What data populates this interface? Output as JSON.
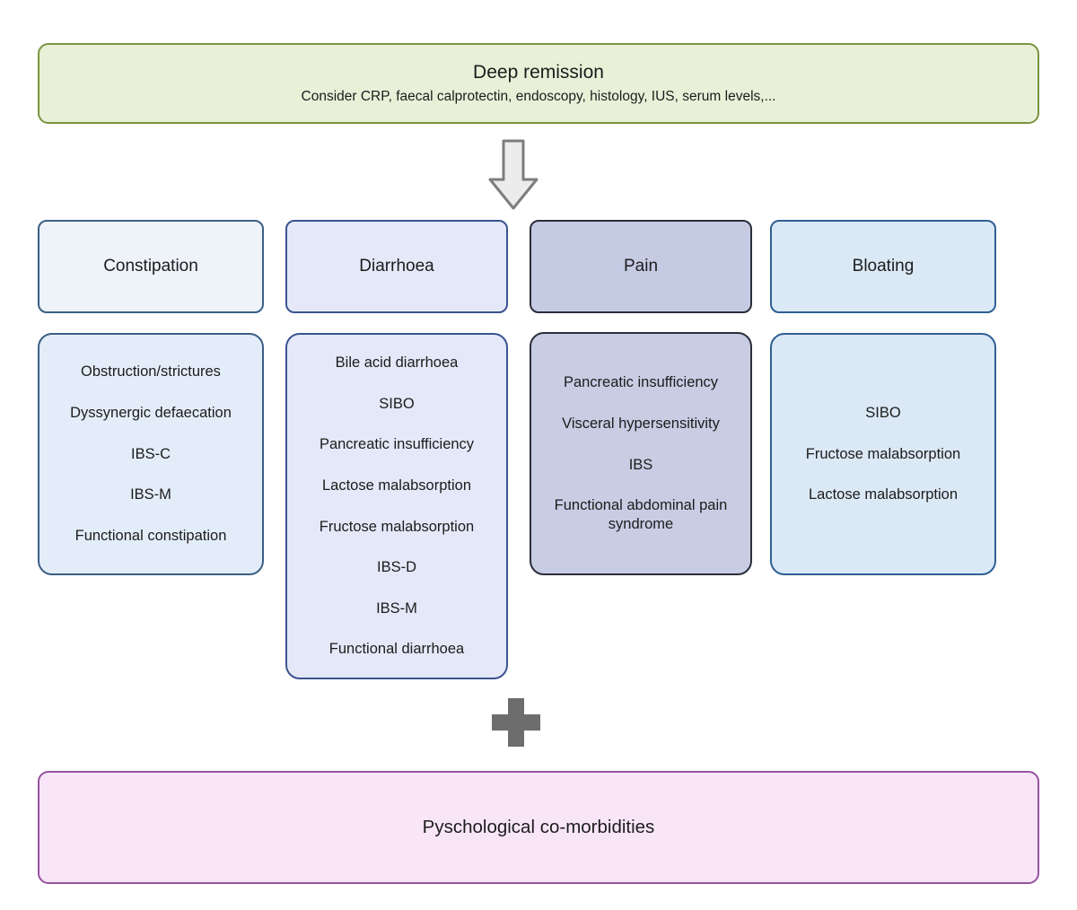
{
  "top_box": {
    "title": "Deep remission",
    "subtitle": "Consider CRP, faecal calprotectin, endoscopy, histology, IUS, serum levels,...",
    "bg": "#e9f0d8",
    "border": "#7a9440"
  },
  "columns": [
    {
      "header": "Constipation",
      "items": [
        "Obstruction/strictures",
        "Dyssynergic defaecation",
        "IBS-C",
        "IBS-M",
        "Functional constipation"
      ],
      "header_bg": "#eef2f9",
      "body_bg": "#e3edf9",
      "border": "#3a5f85"
    },
    {
      "header": "Diarrhoea",
      "items": [
        "Bile acid diarrhoea",
        "SIBO",
        "Pancreatic insufficiency",
        "Lactose malabsorption",
        "Fructose malabsorption",
        "IBS-D",
        "IBS-M",
        "Functional diarrhoea"
      ],
      "header_bg": "#e4e8f8",
      "body_bg": "#e4e8f8",
      "border": "#3b5390"
    },
    {
      "header": "Pain",
      "items": [
        "Pancreatic insufficiency",
        "Visceral hypersensitivity",
        "IBS",
        "Functional abdominal pain syndrome"
      ],
      "header_bg": "#c5cbe3",
      "body_bg": "#c8cde4",
      "border": "#2b2e3b"
    },
    {
      "header": "Bloating",
      "items": [
        "SIBO",
        "Fructose malabsorption",
        "Lactose malabsorption"
      ],
      "header_bg": "#dbe8f6",
      "body_bg": "#dbe8f6",
      "border": "#2e6094"
    }
  ],
  "icons": {
    "arrow": {
      "name": "down-arrow-icon",
      "fill": "#ececec",
      "stroke": "#7d7d7d"
    },
    "plus": {
      "name": "plus-icon",
      "fill": "#6d6d6d"
    }
  },
  "bottom_box": {
    "title": "Pyschological co-morbidities",
    "bg": "#f8e6f8",
    "border": "#96519f"
  }
}
